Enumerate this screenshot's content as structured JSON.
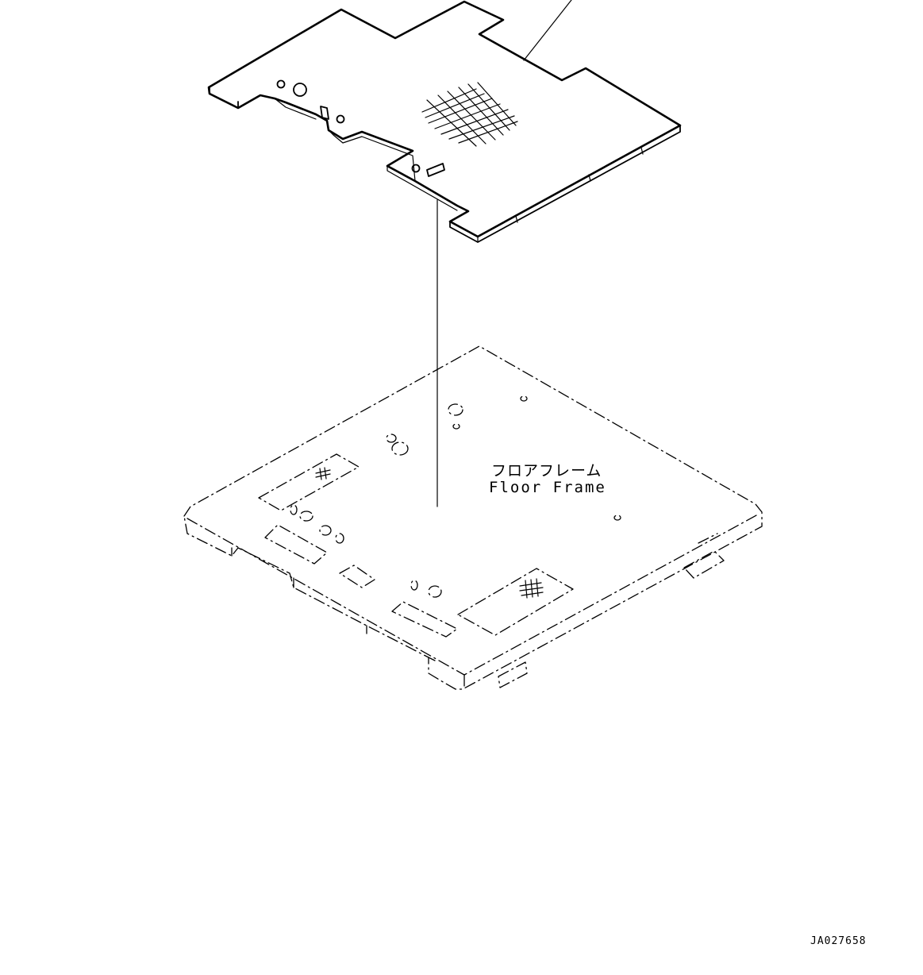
{
  "labels": {
    "part_name_jp": "フロアフレーム",
    "part_name_en": "Floor Frame",
    "drawing_code": "JA027658"
  },
  "colors": {
    "line": "#000000",
    "background": "#ffffff"
  }
}
